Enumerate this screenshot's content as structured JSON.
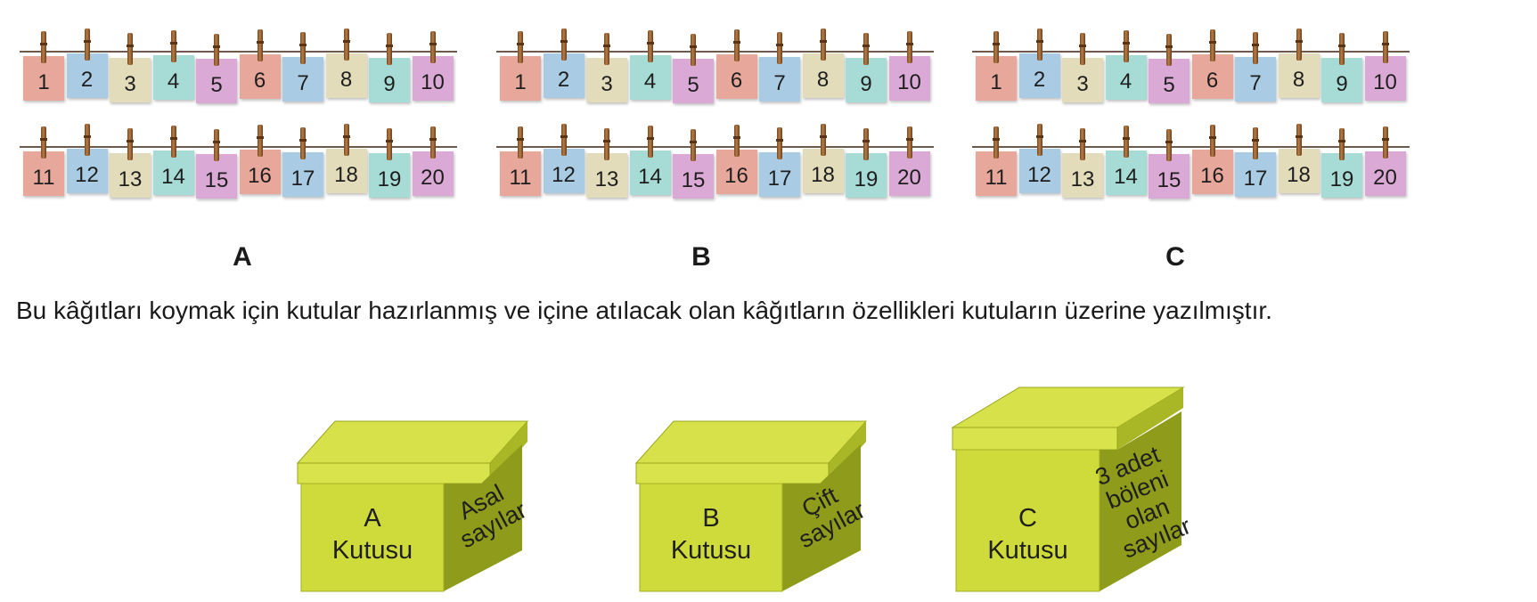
{
  "papers": {
    "numbers": [
      1,
      2,
      3,
      4,
      5,
      6,
      7,
      8,
      9,
      10,
      11,
      12,
      13,
      14,
      15,
      16,
      17,
      18,
      19,
      20
    ],
    "colors": [
      "#e7a79a",
      "#a9cbe3",
      "#e2dcbb",
      "#a7dbd6",
      "#dba9d5"
    ]
  },
  "groups": [
    "A",
    "B",
    "C"
  ],
  "caption": "Bu kâğıtları koymak için kutular hazırlanmış ve içine atılacak olan kâğıtların özellikleri kutuların üzerine yazılmıştır.",
  "boxes": [
    {
      "front_line1": "A",
      "front_line2": "Kutusu",
      "side_lines": [
        "Asal",
        "sayılar"
      ]
    },
    {
      "front_line1": "B",
      "front_line2": "Kutusu",
      "side_lines": [
        "Çift",
        "sayılar"
      ]
    },
    {
      "front_line1": "C",
      "front_line2": "Kutusu",
      "side_lines": [
        "3 adet",
        "böleni",
        "olan",
        "sayılar"
      ]
    }
  ],
  "colors": {
    "box_front": "#cfdb3a",
    "box_front_dark": "#b7c52a",
    "box_side": "#8f9b1a",
    "box_top": "#d7e24b",
    "box_lid": "#d9e44d"
  }
}
